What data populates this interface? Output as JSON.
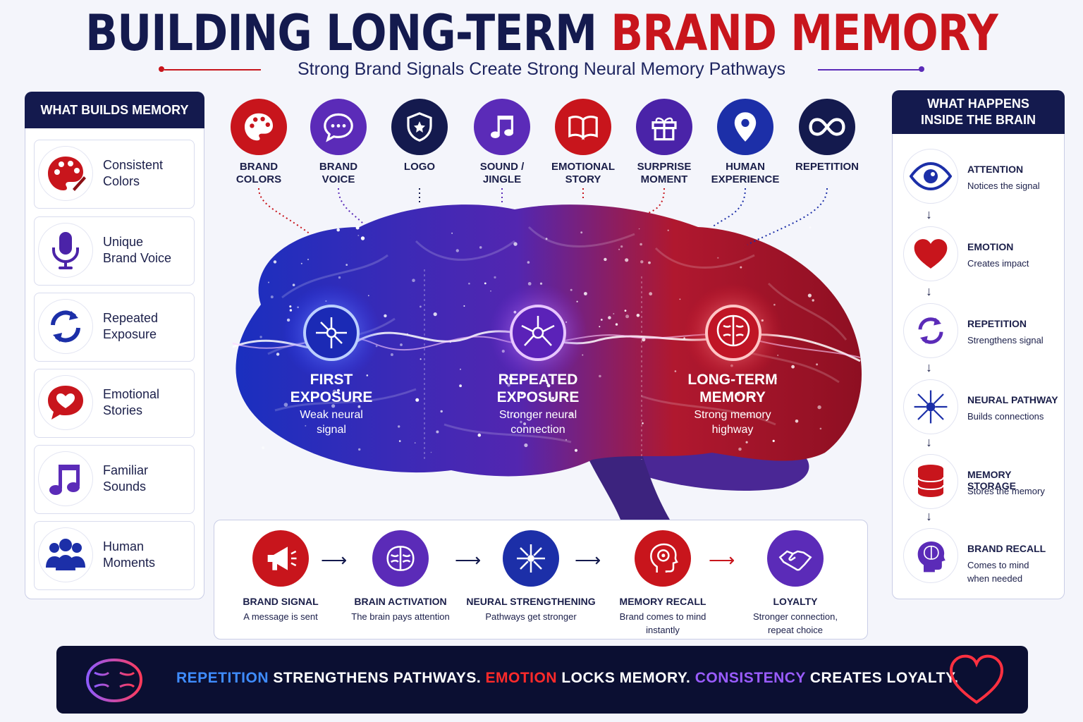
{
  "title": {
    "part1": "BUILDING LONG-TERM ",
    "part2": "BRAND MEMORY"
  },
  "subtitle": "Strong Brand Signals Create Strong Neural Memory Pathways",
  "left_panel": {
    "heading": "WHAT BUILDS MEMORY",
    "items": [
      {
        "label": "Consistent\nColors",
        "icon": "palette-icon"
      },
      {
        "label": "Unique\nBrand Voice",
        "icon": "microphone-icon"
      },
      {
        "label": "Repeated\nExposure",
        "icon": "refresh-icon"
      },
      {
        "label": "Emotional\nStories",
        "icon": "heart-chat-icon"
      },
      {
        "label": "Familiar\nSounds",
        "icon": "music-note-icon"
      },
      {
        "label": "Human\nMoments",
        "icon": "people-icon"
      }
    ]
  },
  "signals": [
    {
      "label": "BRAND\nCOLORS",
      "icon": "palette-icon",
      "color": "#c8151c"
    },
    {
      "label": "BRAND\nVOICE",
      "icon": "chat-bubble-icon",
      "color": "#5b2bb8"
    },
    {
      "label": "LOGO",
      "icon": "shield-star-icon",
      "color": "#141a4e"
    },
    {
      "label": "SOUND /\nJINGLE",
      "icon": "music-note-icon",
      "color": "#5b2bb8"
    },
    {
      "label": "EMOTIONAL\nSTORY",
      "icon": "book-icon",
      "color": "#c8151c"
    },
    {
      "label": "SURPRISE\nMOMENT",
      "icon": "gift-icon",
      "color": "#4a23a8"
    },
    {
      "label": "HUMAN\nEXPERIENCE",
      "icon": "location-pin-icon",
      "color": "#1c2fa8"
    },
    {
      "label": "REPETITION",
      "icon": "infinity-icon",
      "color": "#141a4e"
    }
  ],
  "stages": [
    {
      "title": "FIRST\nEXPOSURE",
      "desc": "Weak neural\nsignal"
    },
    {
      "title": "REPEATED\nEXPOSURE",
      "desc": "Stronger neural\nconnection"
    },
    {
      "title": "LONG-TERM\nMEMORY",
      "desc": "Strong memory\nhighway"
    }
  ],
  "process": [
    {
      "title": "BRAND SIGNAL",
      "desc": "A message is sent",
      "icon": "megaphone-icon",
      "color": "#c8151c"
    },
    {
      "title": "BRAIN ACTIVATION",
      "desc": "The brain pays attention",
      "icon": "brain-icon",
      "color": "#5b2bb8"
    },
    {
      "title": "NEURAL STRENGTHENING",
      "desc": "Pathways get stronger",
      "icon": "neuron-icon",
      "color": "#1c2fa8"
    },
    {
      "title": "MEMORY RECALL",
      "desc": "Brand comes to mind\ninstantly",
      "icon": "head-target-icon",
      "color": "#c8151c"
    },
    {
      "title": "LOYALTY",
      "desc": "Stronger connection,\nrepeat choice",
      "icon": "handshake-icon",
      "color": "#5b2bb8"
    }
  ],
  "right_panel": {
    "heading": "WHAT HAPPENS\nINSIDE THE BRAIN",
    "steps": [
      {
        "title": "ATTENTION",
        "desc": "Notices the signal",
        "icon": "eye-icon"
      },
      {
        "title": "EMOTION",
        "desc": "Creates impact",
        "icon": "heart-icon"
      },
      {
        "title": "REPETITION",
        "desc": "Strengthens signal",
        "icon": "refresh-icon"
      },
      {
        "title": "NEURAL PATHWAY",
        "desc": "Builds connections",
        "icon": "neuron-icon"
      },
      {
        "title": "MEMORY STORAGE",
        "desc": "Stores the memory",
        "icon": "database-icon"
      },
      {
        "title": "BRAND RECALL",
        "desc": "Comes to mind\nwhen needed",
        "icon": "head-brain-icon"
      }
    ]
  },
  "banner": {
    "w1": "REPETITION",
    "t1": " STRENGTHENS PATHWAYS. ",
    "w2": "EMOTION",
    "t2": " LOCKS MEMORY. ",
    "w3": "CONSISTENCY",
    "t3": " CREATES LOYALTY.",
    "icons": [
      "brain-icon",
      "heart-icon"
    ]
  },
  "colors": {
    "navy": "#141a4e",
    "red": "#c8151c",
    "purple": "#5b2bb8",
    "blue": "#1c2fa8"
  }
}
